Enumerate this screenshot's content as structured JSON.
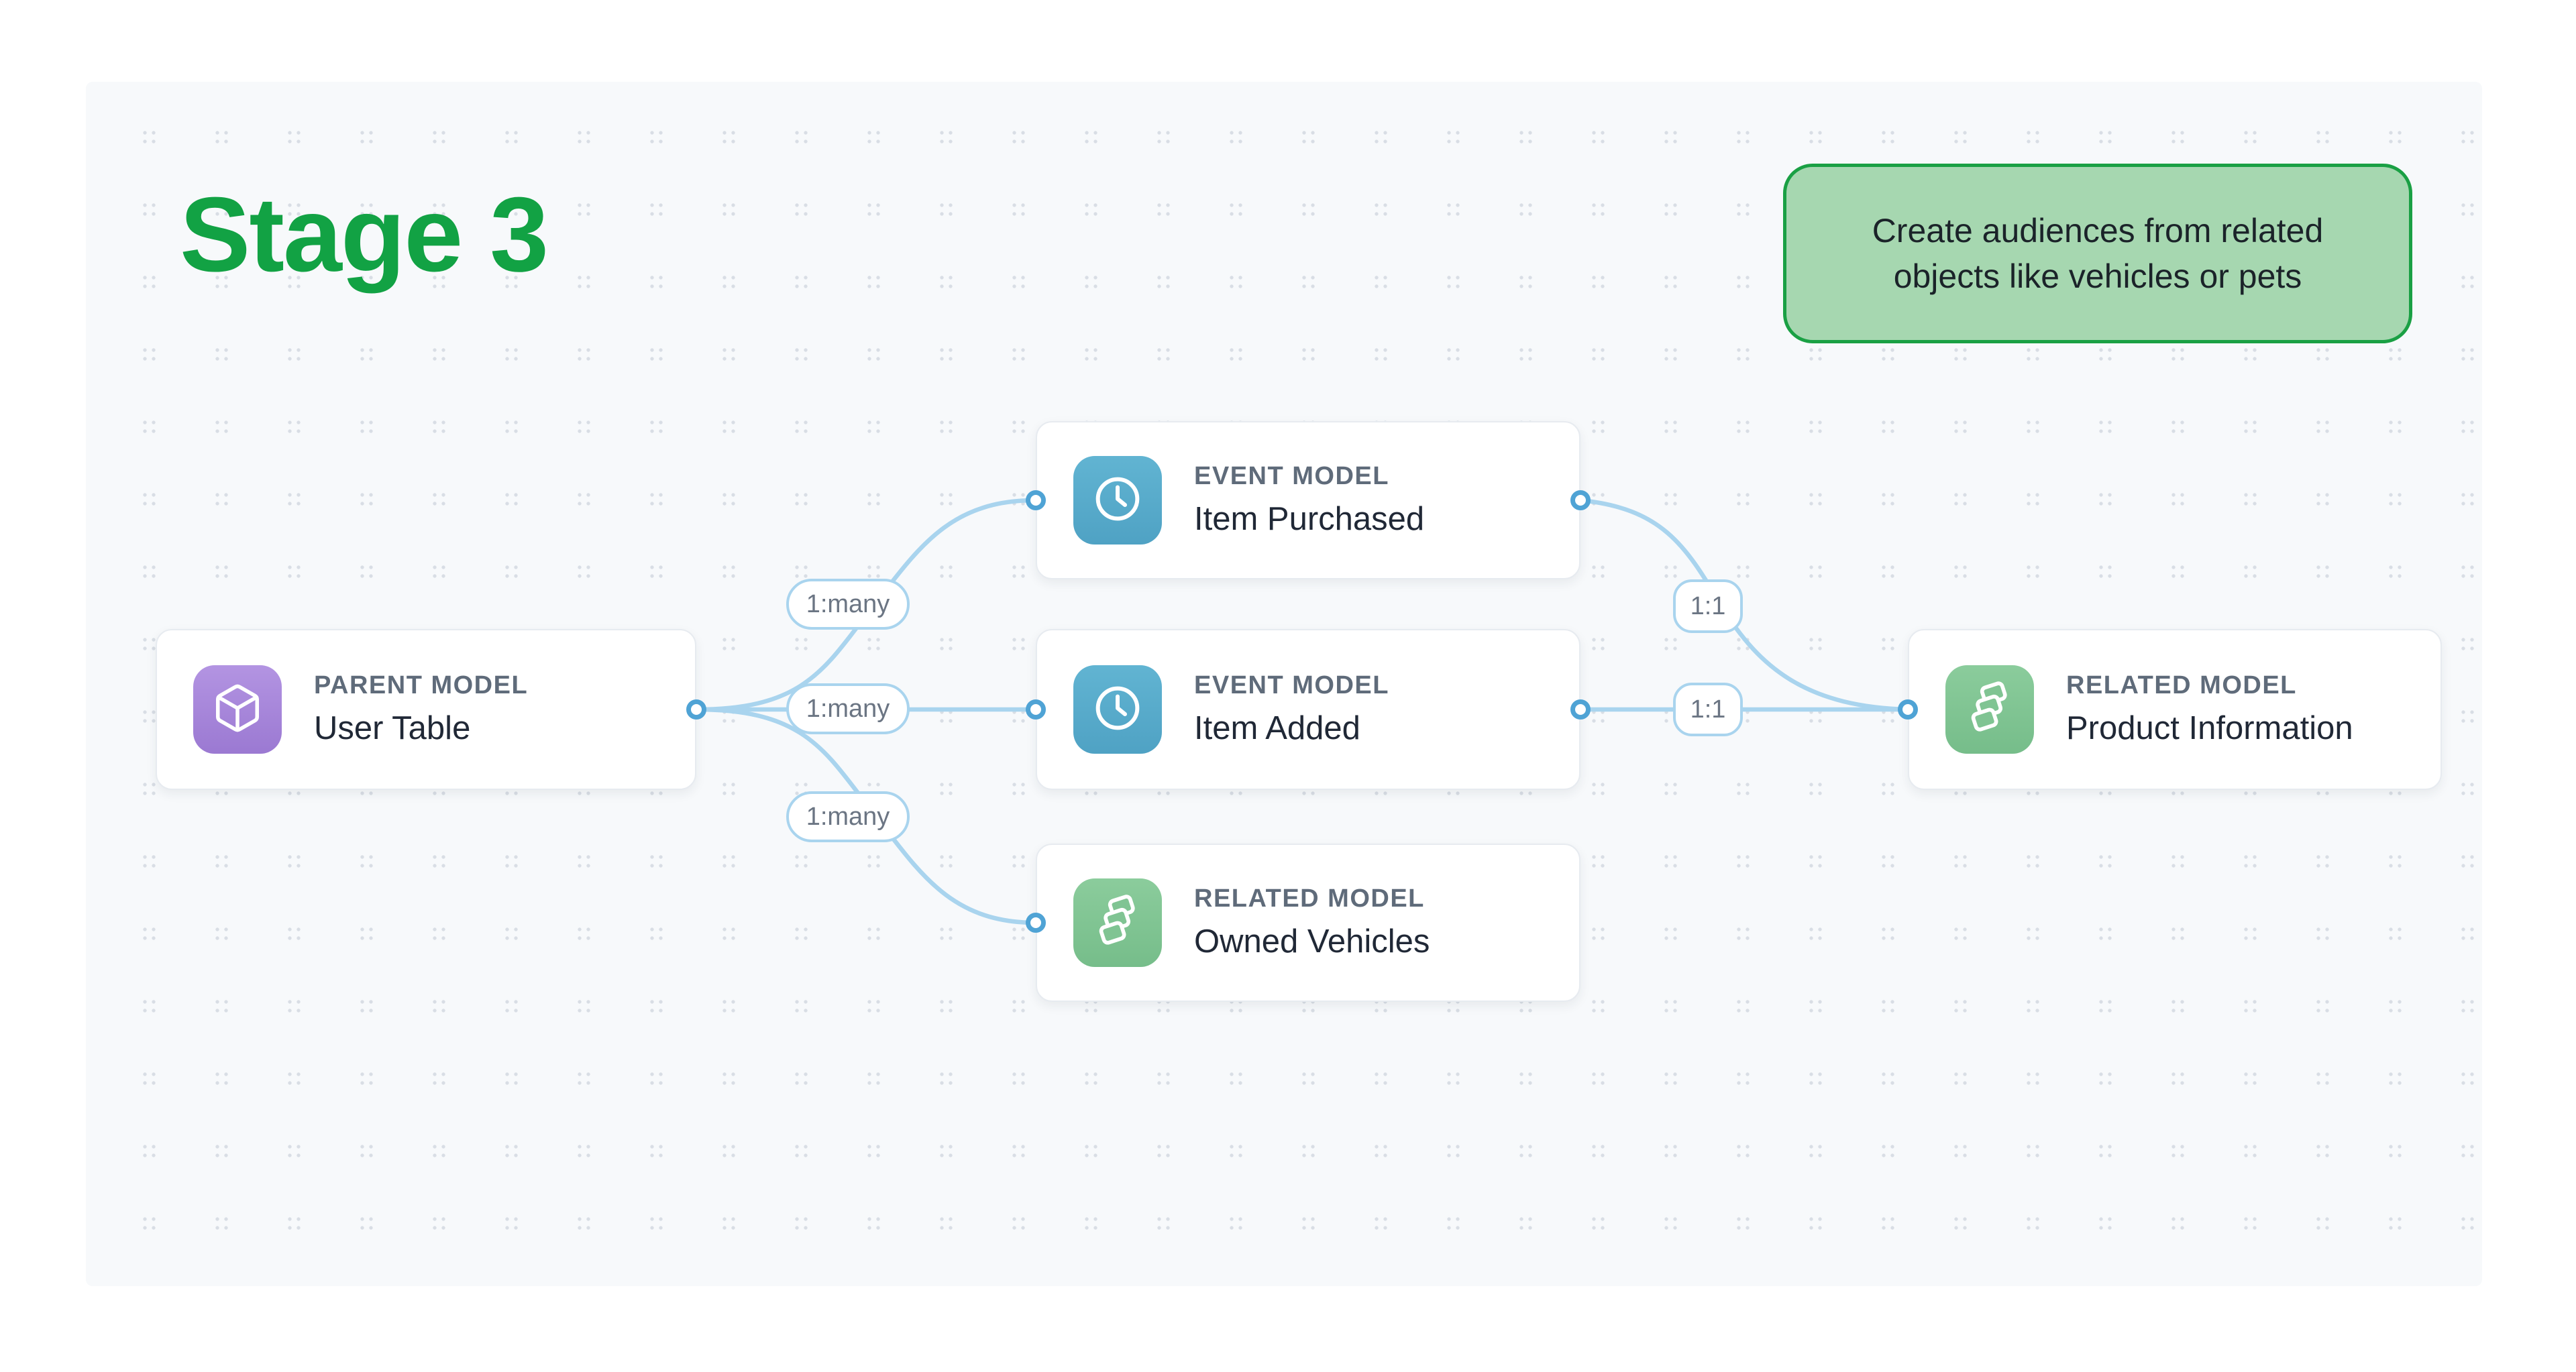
{
  "title": {
    "text": "Stage 3",
    "color": "#12a244"
  },
  "callout": {
    "lines": [
      "Create audiences from related",
      "objects like vehicles or pets"
    ],
    "fill": "#a6d7b0",
    "border_color": "#1aa044"
  },
  "nodes": [
    {
      "id": "parent-model",
      "type_label": "PARENT MODEL",
      "name": "User Table",
      "icon": "cube-icon",
      "tile_color": "#a687d9"
    },
    {
      "id": "event-item-purchased",
      "type_label": "EVENT MODEL",
      "name": "Item Purchased",
      "icon": "clock-icon",
      "tile_color": "#57abce"
    },
    {
      "id": "event-item-added",
      "type_label": "EVENT MODEL",
      "name": "Item Added",
      "icon": "clock-icon",
      "tile_color": "#57abce"
    },
    {
      "id": "related-owned-vehicles",
      "type_label": "RELATED MODEL",
      "name": "Owned Vehicles",
      "icon": "stack-icon",
      "tile_color": "#80c694"
    },
    {
      "id": "related-product-information",
      "type_label": "RELATED MODEL",
      "name": "Product Information",
      "icon": "stack-icon",
      "tile_color": "#80c694"
    }
  ],
  "edges": [
    {
      "from": "parent-model",
      "to": "event-item-purchased",
      "label": "1:many"
    },
    {
      "from": "parent-model",
      "to": "event-item-added",
      "label": "1:many"
    },
    {
      "from": "parent-model",
      "to": "related-owned-vehicles",
      "label": "1:many"
    },
    {
      "from": "event-item-purchased",
      "to": "related-product-information",
      "label": "1:1"
    },
    {
      "from": "event-item-added",
      "to": "related-product-information",
      "label": "1:1"
    }
  ],
  "colors": {
    "connector": "#a9d4ee",
    "port_ring": "#4fa3d5",
    "panel_bg": "#f7f9fb",
    "dot": "#d9dee5",
    "card_border": "#e7ebf0"
  }
}
